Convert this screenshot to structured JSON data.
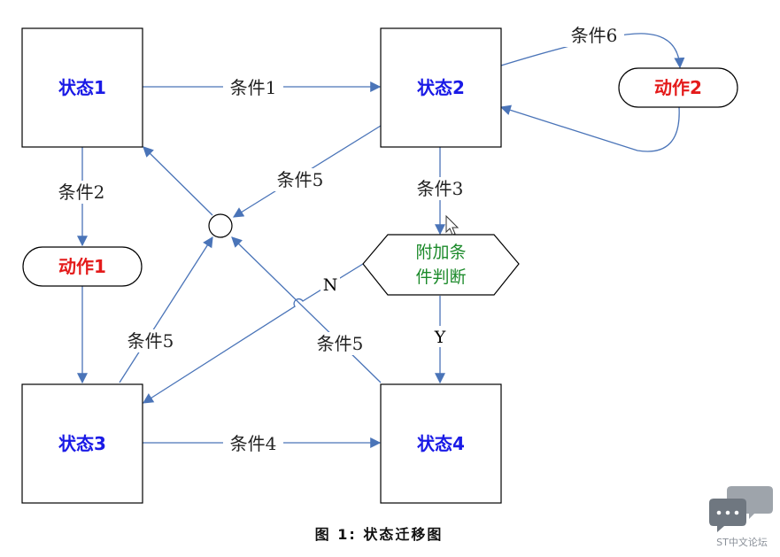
{
  "states": {
    "s1": "状态1",
    "s2": "状态2",
    "s3": "状态3",
    "s4": "状态4"
  },
  "actions": {
    "a1": "动作1",
    "a2": "动作2"
  },
  "conditions": {
    "c1": "条件1",
    "c2": "条件2",
    "c3": "条件3",
    "c4": "条件4",
    "c5": "条件5",
    "c6": "条件6"
  },
  "judge": {
    "line1": "附加条",
    "line2": "件判断",
    "no_label": "N",
    "yes_label": "Y"
  },
  "caption": "图 1:  状态迁移图",
  "watermark": {
    "text": "ST中文论坛",
    "icon": "chat-bubble-icon"
  },
  "colors": {
    "state_text": "#1a1ae6",
    "action_text": "#e41b1b",
    "judge_text": "#1b8a2a",
    "arrows": "#4a74b8"
  }
}
